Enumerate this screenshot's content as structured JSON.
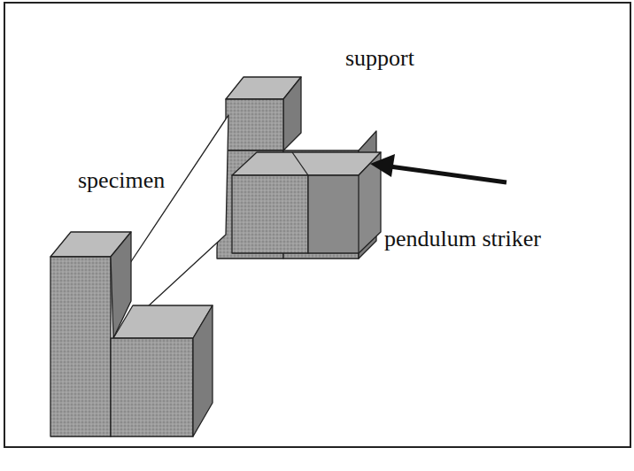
{
  "diagram": {
    "labels": [
      "support",
      "specimen",
      "pendulum striker"
    ]
  }
}
